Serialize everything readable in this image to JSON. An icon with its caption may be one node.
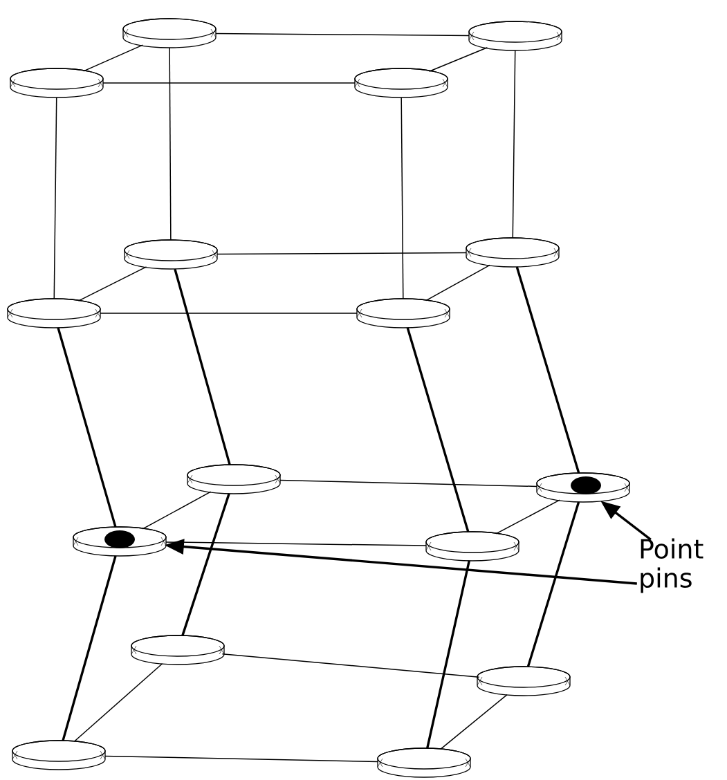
{
  "diagram": {
    "nodes": [
      {
        "text": [],
        "shape": "cylinder"
      },
      {
        "text": [],
        "shape": "cylinder"
      },
      {
        "text": [],
        "shape": "cylinder"
      },
      {
        "text": [],
        "shape": "cylinder"
      },
      {
        "text": [],
        "shape": "cylinder"
      },
      {
        "text": [],
        "shape": "cylinder"
      },
      {
        "text": [],
        "shape": "cylinder"
      },
      {
        "text": [],
        "shape": "cylinder"
      },
      {
        "text": [],
        "shape": "cylinder"
      },
      {
        "text": [],
        "shape": "cylinder"
      },
      {
        "text": [],
        "shape": "cylinder"
      },
      {
        "text": [],
        "shape": "cylinder"
      },
      {
        "text": [],
        "shape": "cylinder"
      },
      {
        "text": [],
        "shape": "cylinder"
      },
      {
        "text": [],
        "shape": "cylinder"
      },
      {
        "text": [],
        "shape": "cylinder"
      },
      {
        "text": [
          "Point pins"
        ]
      }
    ],
    "edges": [
      {
        "from": 0,
        "to": 1,
        "arrow": "none"
      },
      {
        "from": 0,
        "to": 2,
        "arrow": "none"
      },
      {
        "from": 1,
        "to": 3,
        "arrow": "none"
      },
      {
        "from": 2,
        "to": 3,
        "arrow": "none"
      },
      {
        "from": 0,
        "to": 4,
        "arrow": "none"
      },
      {
        "from": 1,
        "to": 5,
        "arrow": "none"
      },
      {
        "from": 2,
        "to": 6,
        "arrow": "none"
      },
      {
        "from": 3,
        "to": 7,
        "arrow": "none"
      },
      {
        "from": 4,
        "to": 5,
        "arrow": "none"
      },
      {
        "from": 4,
        "to": 6,
        "arrow": "none"
      },
      {
        "from": 5,
        "to": 7,
        "arrow": "none"
      },
      {
        "from": 6,
        "to": 7,
        "arrow": "none"
      },
      {
        "from": 4,
        "to": 8,
        "arrow": "none",
        "style": "thick"
      },
      {
        "from": 5,
        "to": 9,
        "arrow": "none",
        "style": "thick"
      },
      {
        "from": 6,
        "to": 10,
        "arrow": "none",
        "style": "thick"
      },
      {
        "from": 7,
        "to": 11,
        "arrow": "none",
        "style": "thick"
      },
      {
        "from": 8,
        "to": 9,
        "arrow": "none"
      },
      {
        "from": 8,
        "to": 10,
        "arrow": "none"
      },
      {
        "from": 9,
        "to": 11,
        "arrow": "none"
      },
      {
        "from": 10,
        "to": 11,
        "arrow": "none"
      },
      {
        "from": 8,
        "to": 12,
        "arrow": "none",
        "style": "thick"
      },
      {
        "from": 9,
        "to": 13,
        "arrow": "none",
        "style": "thick"
      },
      {
        "from": 10,
        "to": 14,
        "arrow": "none",
        "style": "thick"
      },
      {
        "from": 11,
        "to": 15,
        "arrow": "none",
        "style": "thick"
      },
      {
        "from": 12,
        "to": 13,
        "arrow": "none"
      },
      {
        "from": 12,
        "to": 14,
        "arrow": "none"
      },
      {
        "from": 13,
        "to": 15,
        "arrow": "none"
      },
      {
        "from": 14,
        "to": 15,
        "arrow": "none"
      },
      {
        "from": 16,
        "to": 9,
        "arrow": "to",
        "style": "thick"
      },
      {
        "from": 16,
        "to": 10,
        "arrow": "to",
        "style": "thick"
      }
    ]
  }
}
